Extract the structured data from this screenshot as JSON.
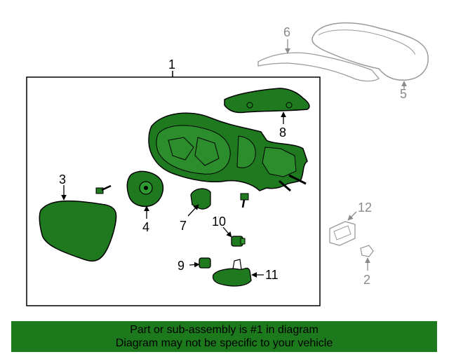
{
  "diagram": {
    "callouts": {
      "c1": "1",
      "c2": "2",
      "c3": "3",
      "c4": "4",
      "c5": "5",
      "c6": "6",
      "c7": "7",
      "c8": "8",
      "c9": "9",
      "c10": "10",
      "c11": "11",
      "c12": "12"
    },
    "colors": {
      "highlight": "#1c7a1c",
      "part_fill": "#1f7a1f",
      "unhighlighted": "#9a9a9a"
    }
  },
  "banner": {
    "line1": "Part or sub-assembly is #1 in diagram",
    "line2": "Diagram may not be specific to your vehicle"
  }
}
